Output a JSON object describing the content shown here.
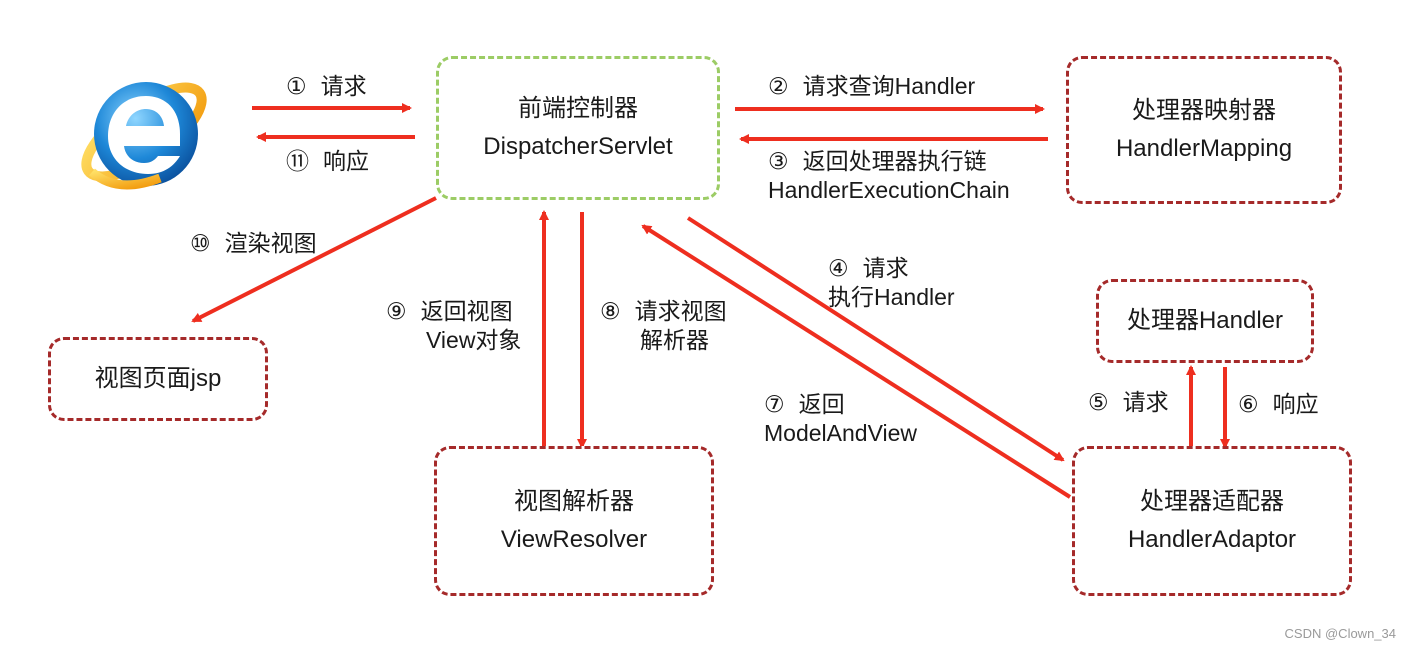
{
  "nodes": {
    "dispatcher": {
      "title": "前端控制器",
      "sub": "DispatcherServlet"
    },
    "mapping": {
      "title": "处理器映射器",
      "sub": "HandlerMapping"
    },
    "jsp": {
      "title": "视图页面jsp"
    },
    "handler": {
      "title": "处理器Handler"
    },
    "resolver": {
      "title": "视图解析器",
      "sub": "ViewResolver"
    },
    "adaptor": {
      "title": "处理器适配器",
      "sub": "HandlerAdaptor"
    }
  },
  "steps": {
    "s1": {
      "num": "①",
      "text": "请求"
    },
    "s2": {
      "num": "②",
      "text": "请求查询Handler"
    },
    "s3": {
      "num": "③",
      "text": "返回处理器执行链",
      "text2": "HandlerExecutionChain"
    },
    "s4": {
      "num": "④",
      "text": "请求",
      "text2": "执行Handler"
    },
    "s5": {
      "num": "⑤",
      "text": "请求"
    },
    "s6": {
      "num": "⑥",
      "text": "响应"
    },
    "s7": {
      "num": "⑦",
      "text": "返回",
      "text2": "ModelAndView"
    },
    "s8": {
      "num": "⑧",
      "text": "请求视图",
      "text2": "解析器"
    },
    "s9": {
      "num": "⑨",
      "text": "返回视图",
      "text2": "View对象"
    },
    "s10": {
      "num": "⑩",
      "text": "渲染视图"
    },
    "s11": {
      "num": "⑪",
      "text": "响应"
    }
  },
  "icons": {
    "browser": "internet-explorer-icon"
  },
  "colors": {
    "arrow": "#ee2e1f",
    "box_border": "#a52a2a",
    "dispatcher_border": "#9ccc65"
  },
  "watermark": "CSDN @Clown_34"
}
